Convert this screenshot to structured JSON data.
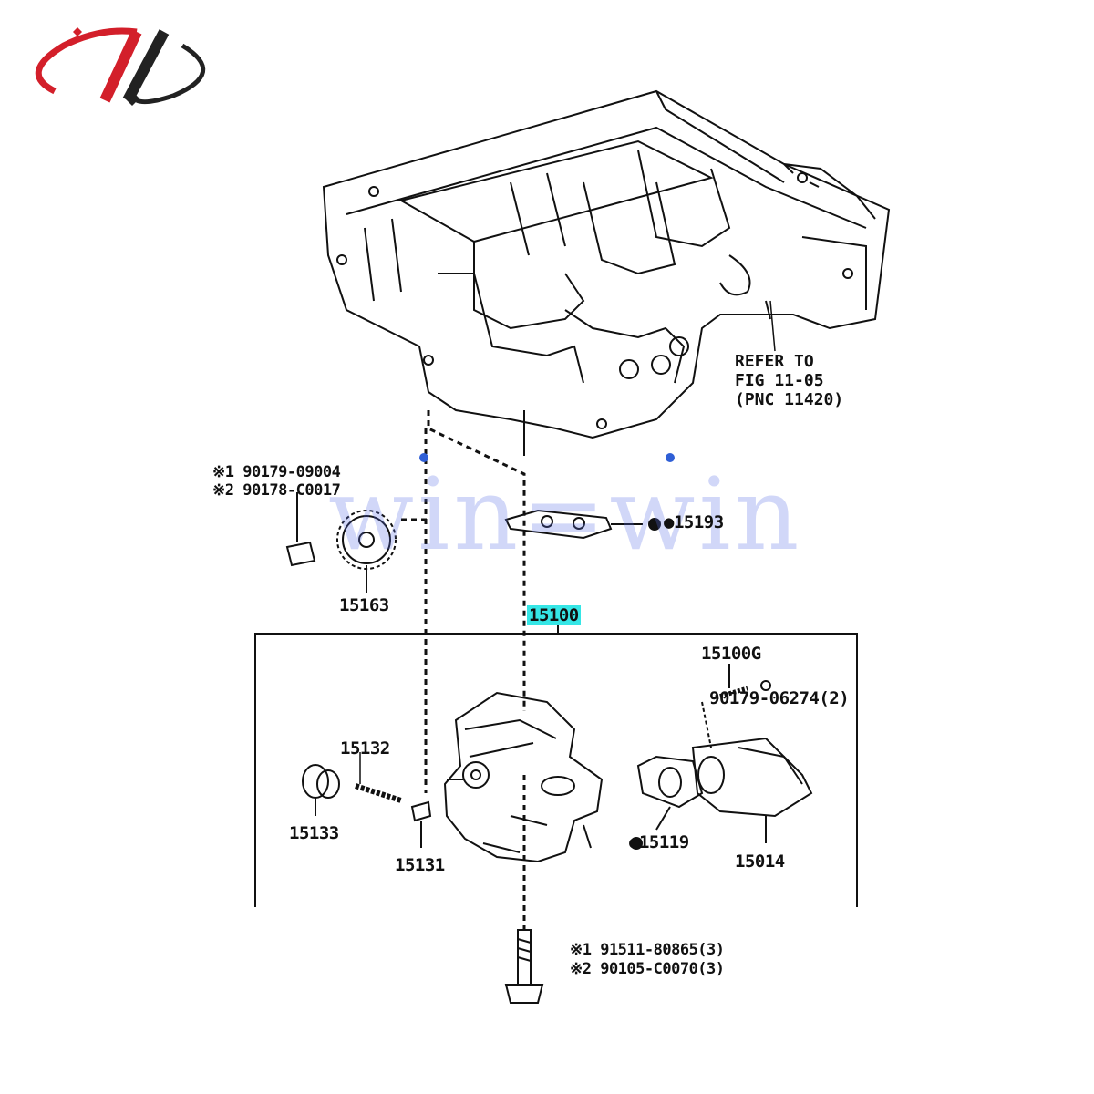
{
  "logo": {
    "name": "brand-logo",
    "colors": [
      "#d31f2a",
      "#222222"
    ]
  },
  "watermark": {
    "text": "win=win"
  },
  "refer_note": {
    "line1": "REFER TO",
    "line2": "FIG 11-05",
    "line3": "(PNC 11420)"
  },
  "parts": {
    "p90179_a": "※1 90179-09004",
    "p90179_b": "※2 90178-C0017",
    "p15193": "●15193",
    "p15163": "15163",
    "p15100": "15100",
    "p15100G": "15100G",
    "p90179_06274": "90179-06274(2)",
    "p15132": "15132",
    "p15133": "15133",
    "p15131": "15131",
    "p15119": "●15119",
    "p15014": "15014",
    "p91511": "※1 91511-80865(3)",
    "p90105": "※2 90105-C0070(3)"
  },
  "colors": {
    "line": "#111111",
    "highlight": "#35e6e6",
    "logo_red": "#d31f2a"
  }
}
